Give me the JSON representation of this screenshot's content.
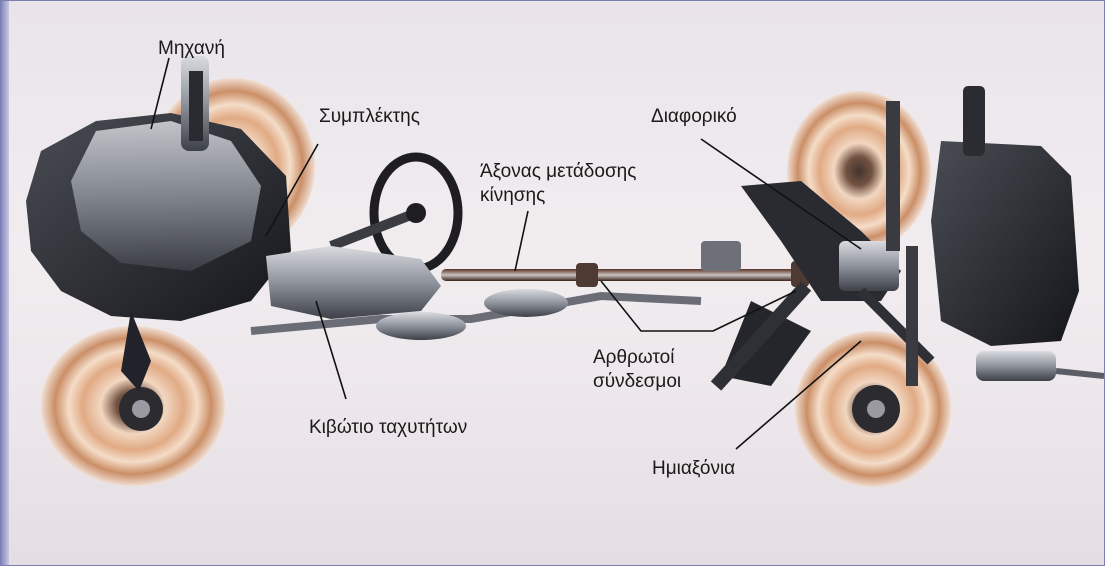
{
  "labels": {
    "engine": "Μηχανή",
    "clutch": "Συμπλέκτης",
    "driveshaft_line1": "Άξονας μετάδοσης",
    "driveshaft_line2": "κίνησης",
    "differential": "Διαφορικό",
    "joints_line1": "Αρθρωτοί",
    "joints_line2": "σύνδεσμοι",
    "gearbox": "Κιβώτιο ταχυτήτων",
    "half_shafts": "Ημιαξόνια"
  }
}
